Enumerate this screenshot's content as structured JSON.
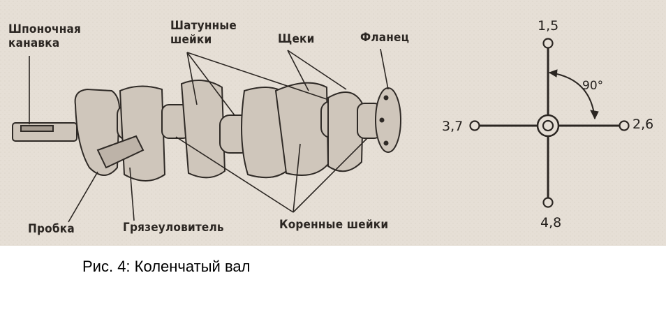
{
  "labels": {
    "keyway": "Шпоночная\nканавка",
    "crankpins": "Шатунные\nшейки",
    "cheeks": "Щеки",
    "flange": "Фланец",
    "plug": "Пробка",
    "sludge_trap": "Грязеуловитель",
    "main_journals": "Коренные шейки"
  },
  "firing_order": {
    "top": "1,5",
    "right": "2,6",
    "bottom": "4,8",
    "left": "3,7",
    "angle": "90°"
  },
  "caption": "Рис. 4: Коленчатый вал"
}
